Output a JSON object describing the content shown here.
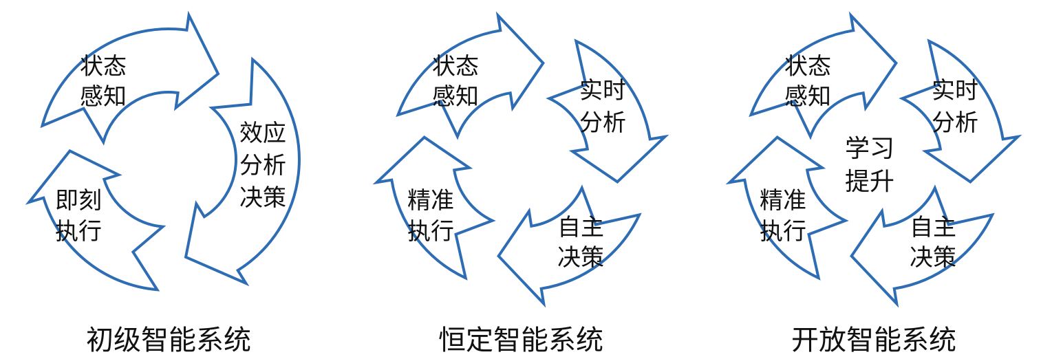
{
  "colors": {
    "stroke": "#2e6db4",
    "fill": "#ffffff",
    "text": "#111111"
  },
  "diagrams": [
    {
      "title": "初级智能系统",
      "segments": [
        {
          "line1": "状态",
          "line2": "感知"
        },
        {
          "line1": "效应",
          "line2": "分析",
          "line3": "决策"
        },
        {
          "line1": "即刻",
          "line2": "执行"
        }
      ]
    },
    {
      "title": "恒定智能系统",
      "segments": [
        {
          "line1": "状态",
          "line2": "感知"
        },
        {
          "line1": "实时",
          "line2": "分析"
        },
        {
          "line1": "自主",
          "line2": "决策"
        },
        {
          "line1": "精准",
          "line2": "执行"
        }
      ]
    },
    {
      "title": "开放智能系统",
      "center": {
        "line1": "学习",
        "line2": "提升"
      },
      "segments": [
        {
          "line1": "状态",
          "line2": "感知"
        },
        {
          "line1": "实时",
          "line2": "分析"
        },
        {
          "line1": "自主",
          "line2": "决策"
        },
        {
          "line1": "精准",
          "line2": "执行"
        }
      ]
    }
  ]
}
